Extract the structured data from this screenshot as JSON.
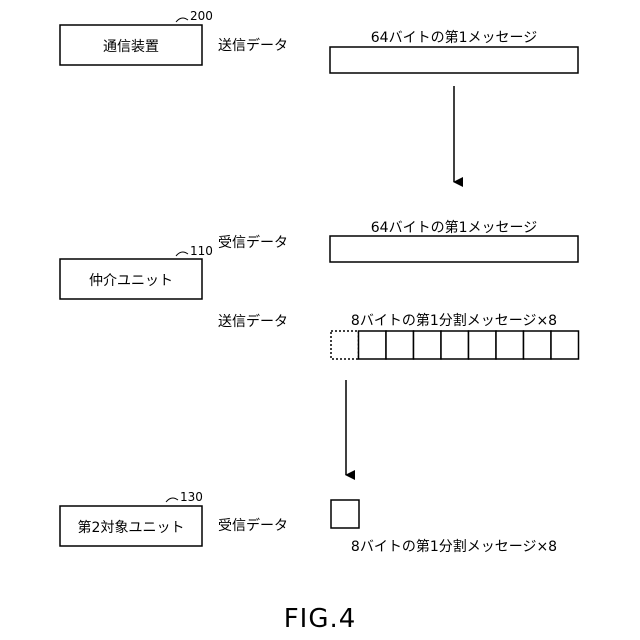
{
  "devices": {
    "communication_device": {
      "label": "通信装置",
      "ref": "200"
    },
    "intermediary_unit": {
      "label": "仲介ユニット",
      "ref": "110"
    },
    "second_target_unit": {
      "label": "第2対象ユニット",
      "ref": "130"
    }
  },
  "data_labels": {
    "comm_send": "送信データ",
    "mid_recv": "受信データ",
    "mid_send": "送信データ",
    "target_recv": "受信データ"
  },
  "messages": {
    "first_msg_top": "64バイトの第1メッセージ",
    "first_msg_mid": "64バイトの第1メッセージ",
    "split_msg_mid": "8バイトの第1分割メッセージ×8",
    "split_msg_bottom": "8バイトの第1分割メッセージ×8"
  },
  "split_segments": {
    "total": 9,
    "dotted_first": true
  },
  "figure": {
    "caption": "FIG.4"
  }
}
